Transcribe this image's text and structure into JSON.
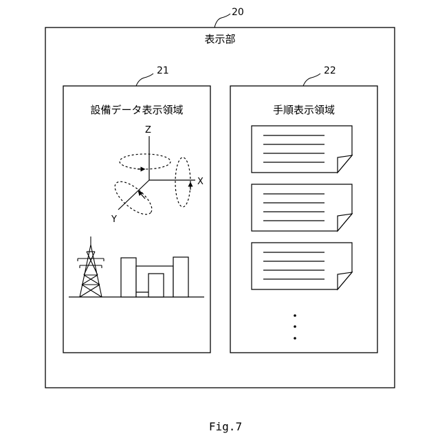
{
  "figure": {
    "caption": "Fig.7"
  },
  "display": {
    "ref": "20",
    "title": "表示部"
  },
  "equipment_area": {
    "ref": "21",
    "title": "設備データ表示領域",
    "axes": {
      "z": "Z",
      "x": "X",
      "y": "Y"
    }
  },
  "procedure_area": {
    "ref": "22",
    "title": "手順表示領域",
    "documents_shown": 3,
    "ellipsis": "⋮"
  }
}
